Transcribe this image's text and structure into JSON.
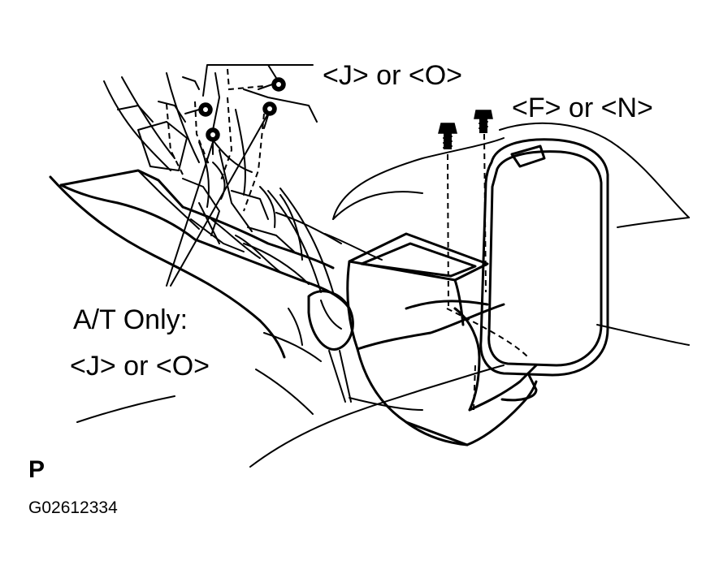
{
  "labels": {
    "rear_bolts": "<J> or <O>",
    "armrest_bolts": "<F> or <N>",
    "at_only_line1": "A/T Only:",
    "at_only_line2": "<J> or <O>",
    "view_letter": "P",
    "figure_id": "G02612334"
  },
  "colors": {
    "ink": "#000000",
    "paper": "#ffffff"
  }
}
